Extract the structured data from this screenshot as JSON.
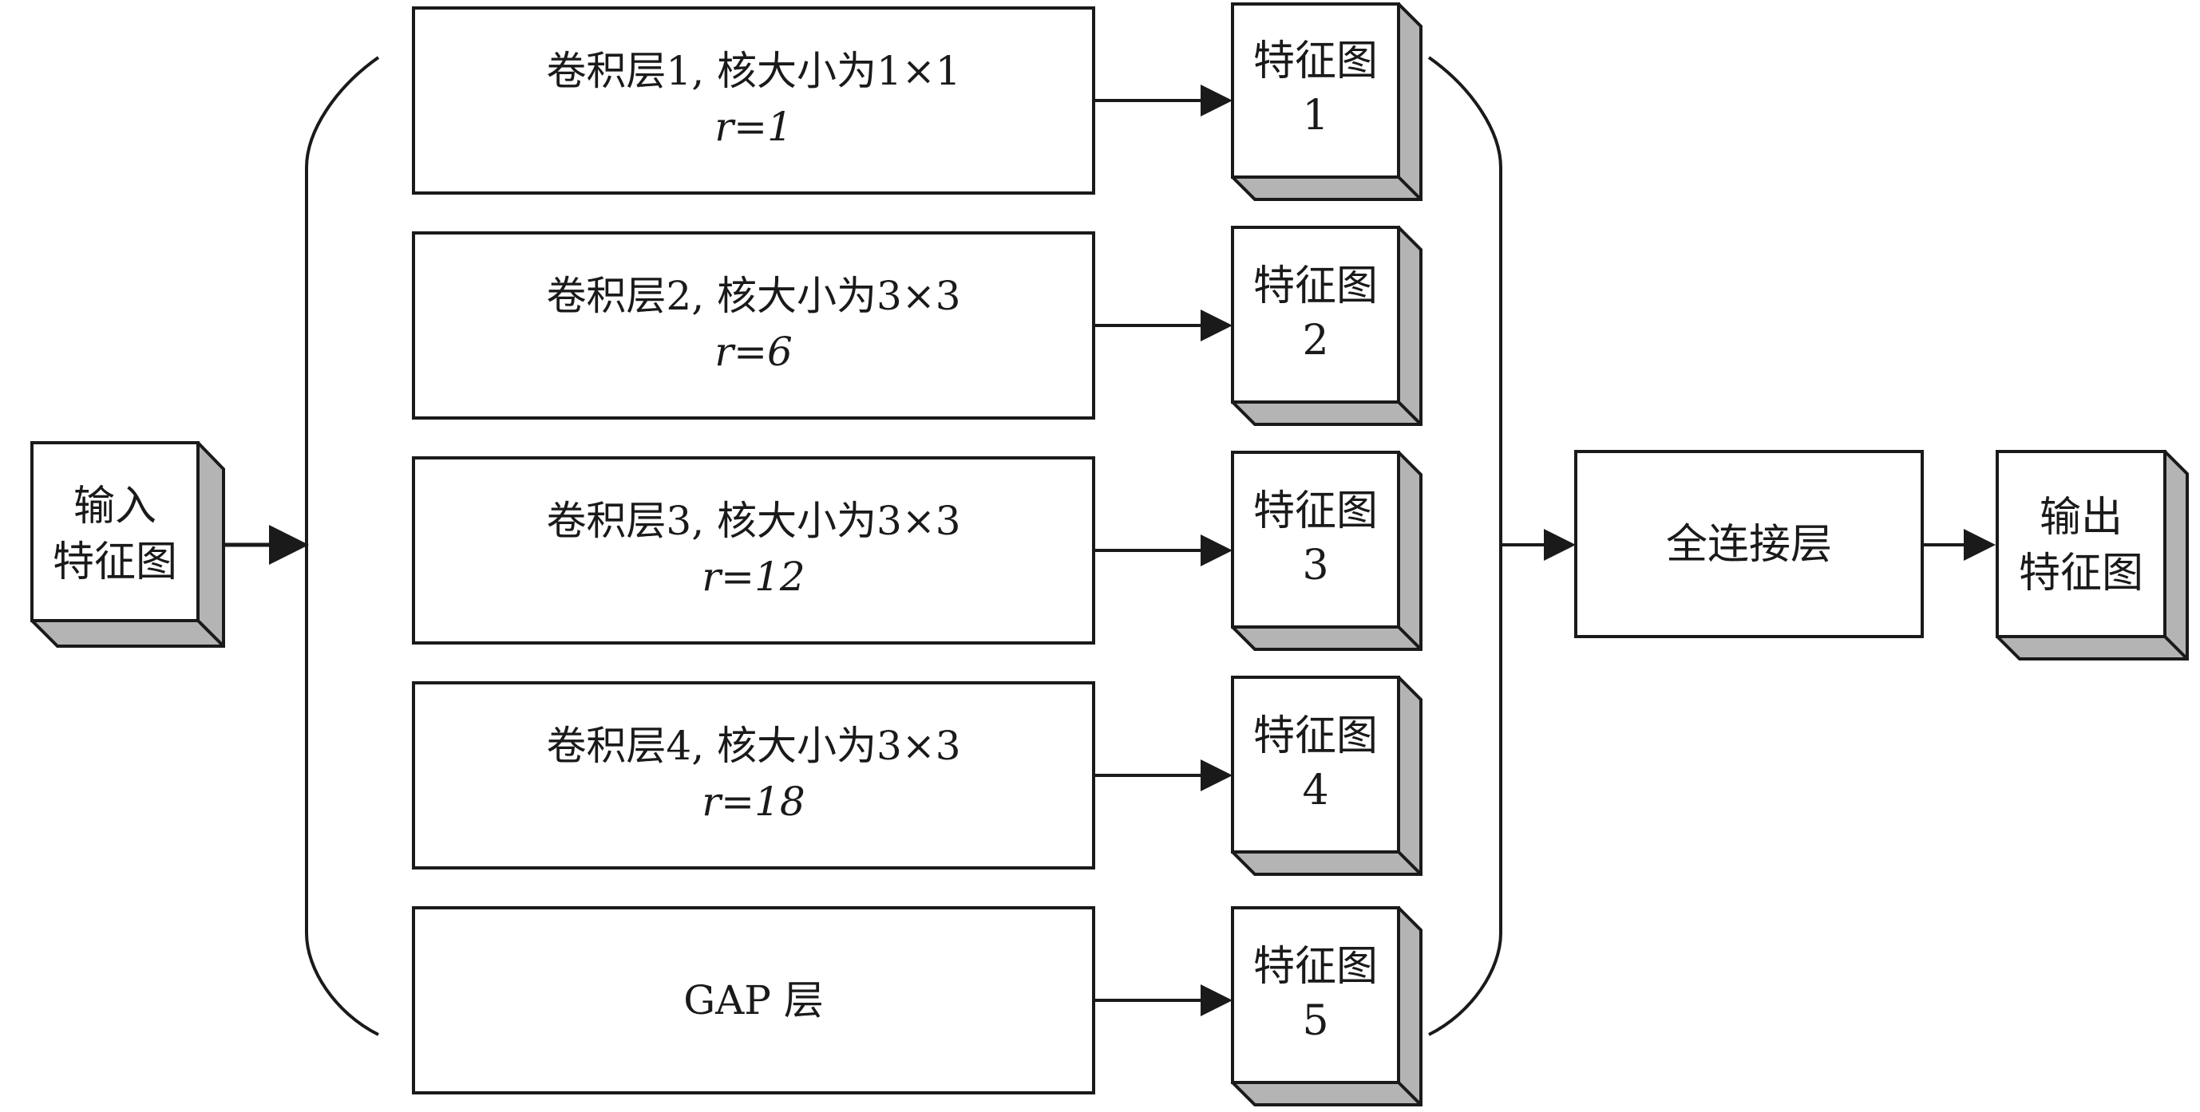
{
  "input": {
    "line1": "输入",
    "line2": "特征图"
  },
  "layers": [
    {
      "line1": "卷积层1, 核大小为1×1",
      "line2": "r=1"
    },
    {
      "line1": "卷积层2, 核大小为3×3",
      "line2": "r=6"
    },
    {
      "line1": "卷积层3, 核大小为3×3",
      "line2": "r=12"
    },
    {
      "line1": "卷积层4, 核大小为3×3",
      "line2": "r=18"
    },
    {
      "line1": "GAP 层",
      "line2": ""
    }
  ],
  "feature_maps": [
    {
      "line1": "特征图",
      "line2": "1"
    },
    {
      "line1": "特征图",
      "line2": "2"
    },
    {
      "line1": "特征图",
      "line2": "3"
    },
    {
      "line1": "特征图",
      "line2": "4"
    },
    {
      "line1": "特征图",
      "line2": "5"
    }
  ],
  "fc": {
    "label": "全连接层"
  },
  "output": {
    "line1": "输出",
    "line2": "特征图"
  },
  "colors": {
    "line": "#1a1a1a",
    "box_fill": "#ffffff",
    "shadow": "#b4b4b4"
  }
}
